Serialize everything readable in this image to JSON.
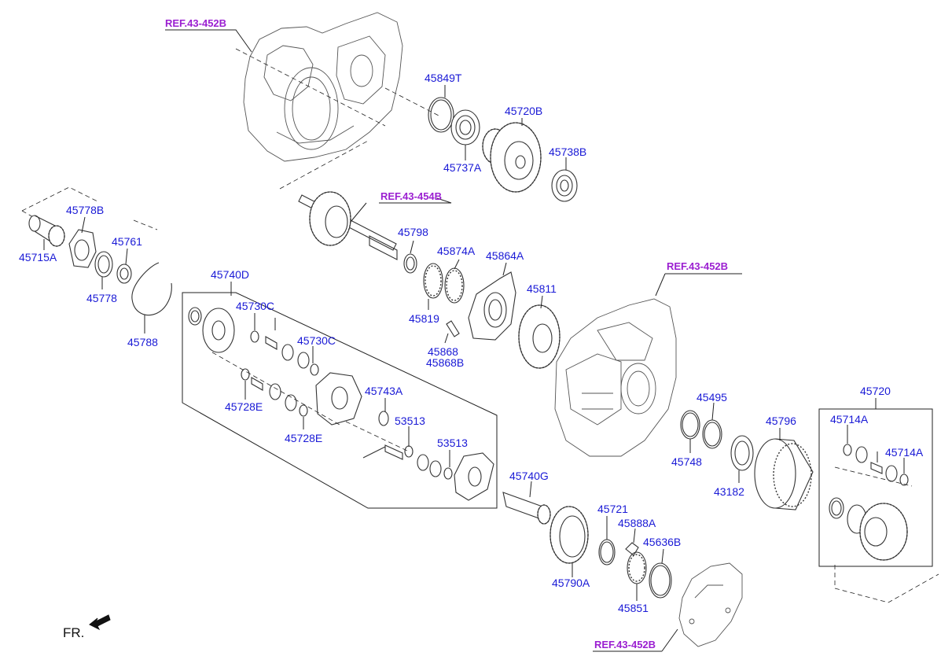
{
  "references": [
    {
      "id": "ref-top",
      "text": "REF.43-452B"
    },
    {
      "id": "ref-shaft",
      "text": "REF.43-454B"
    },
    {
      "id": "ref-right",
      "text": "REF.43-452B"
    },
    {
      "id": "ref-bottom",
      "text": "REF.43-452B"
    }
  ],
  "parts": [
    {
      "id": "45849T",
      "text": "45849T"
    },
    {
      "id": "45720B",
      "text": "45720B"
    },
    {
      "id": "45738B",
      "text": "45738B"
    },
    {
      "id": "45737A",
      "text": "45737A"
    },
    {
      "id": "45778B",
      "text": "45778B"
    },
    {
      "id": "45761",
      "text": "45761"
    },
    {
      "id": "45715A",
      "text": "45715A"
    },
    {
      "id": "45778",
      "text": "45778"
    },
    {
      "id": "45788",
      "text": "45788"
    },
    {
      "id": "45798",
      "text": "45798"
    },
    {
      "id": "45874A",
      "text": "45874A"
    },
    {
      "id": "45864A",
      "text": "45864A"
    },
    {
      "id": "45819",
      "text": "45819"
    },
    {
      "id": "45811",
      "text": "45811"
    },
    {
      "id": "45868",
      "text": "45868"
    },
    {
      "id": "45868B",
      "text": "45868B"
    },
    {
      "id": "45740D",
      "text": "45740D"
    },
    {
      "id": "45730C-a",
      "text": "45730C"
    },
    {
      "id": "45730C-b",
      "text": "45730C"
    },
    {
      "id": "45743A",
      "text": "45743A"
    },
    {
      "id": "45728E-a",
      "text": "45728E"
    },
    {
      "id": "45728E-b",
      "text": "45728E"
    },
    {
      "id": "53513-a",
      "text": "53513"
    },
    {
      "id": "53513-b",
      "text": "53513"
    },
    {
      "id": "45740G",
      "text": "45740G"
    },
    {
      "id": "45721",
      "text": "45721"
    },
    {
      "id": "45888A",
      "text": "45888A"
    },
    {
      "id": "45636B",
      "text": "45636B"
    },
    {
      "id": "45790A",
      "text": "45790A"
    },
    {
      "id": "45851",
      "text": "45851"
    },
    {
      "id": "45495",
      "text": "45495"
    },
    {
      "id": "45748",
      "text": "45748"
    },
    {
      "id": "45796",
      "text": "45796"
    },
    {
      "id": "43182",
      "text": "43182"
    },
    {
      "id": "45720",
      "text": "45720"
    },
    {
      "id": "45714A-a",
      "text": "45714A"
    },
    {
      "id": "45714A-b",
      "text": "45714A"
    }
  ],
  "direction_label": "FR."
}
